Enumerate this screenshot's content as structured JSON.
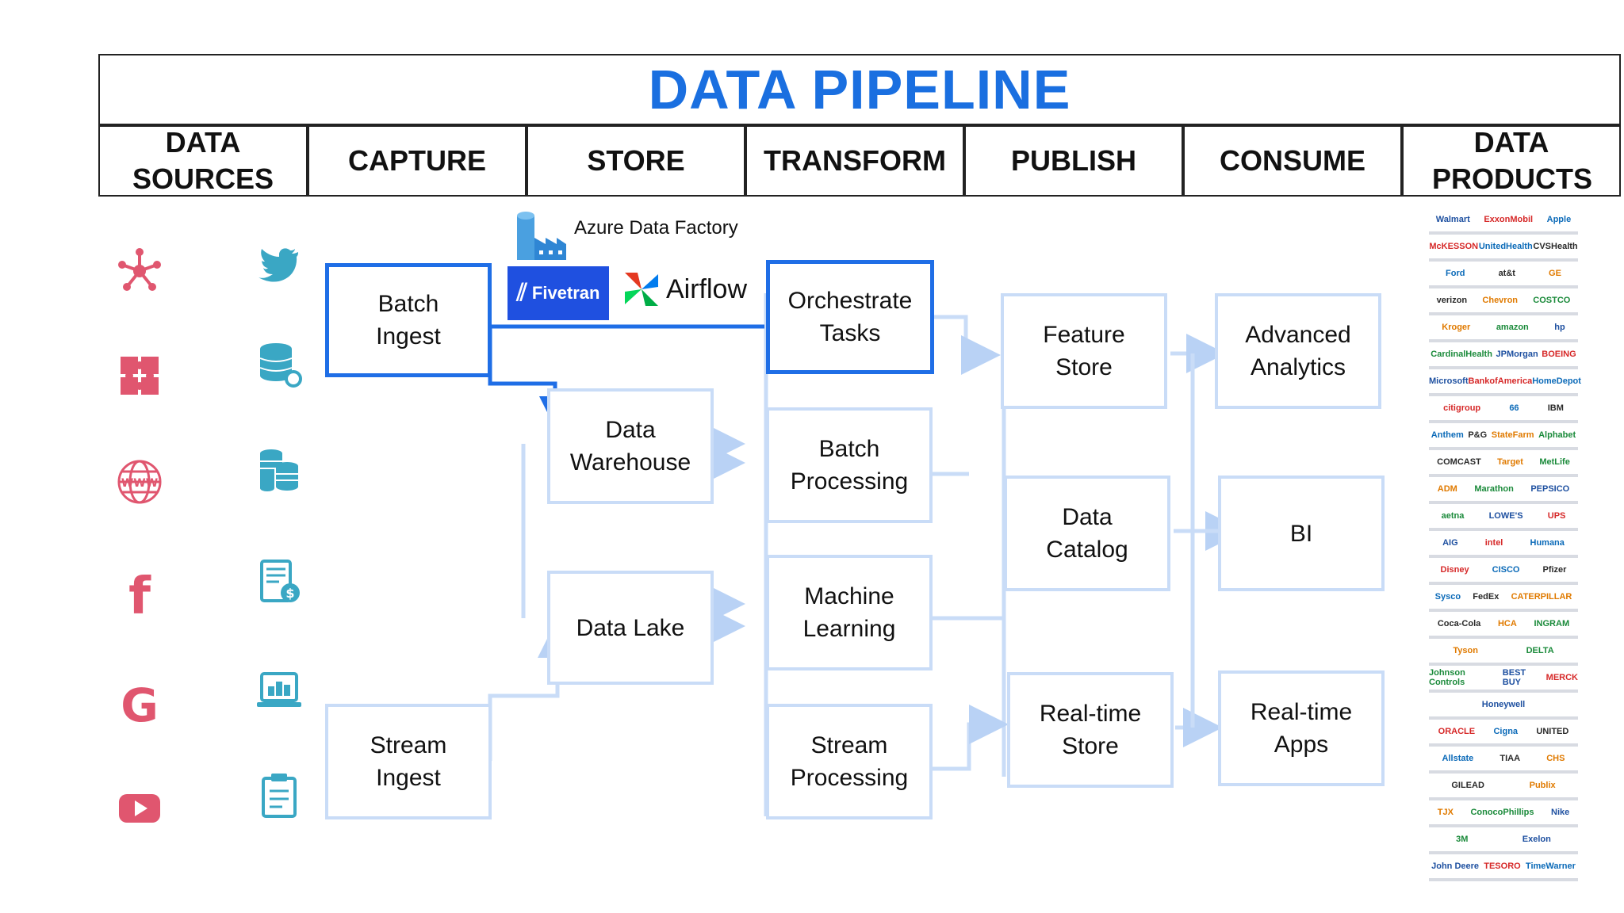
{
  "title": "DATA PIPELINE",
  "columns": [
    {
      "label": "DATA SOURCES"
    },
    {
      "label": "CAPTURE"
    },
    {
      "label": "STORE"
    },
    {
      "label": "TRANSFORM"
    },
    {
      "label": "PUBLISH"
    },
    {
      "label": "CONSUME"
    },
    {
      "label": "DATA PRODUCTS"
    }
  ],
  "nodes": {
    "batch_ingest": "Batch Ingest",
    "stream_ingest": "Stream Ingest",
    "data_warehouse": "Data Warehouse",
    "data_lake": "Data Lake",
    "orchestrate_tasks": "Orchestrate Tasks",
    "batch_processing": "Batch Processing",
    "machine_learning": "Machine Learning",
    "stream_processing": "Stream Processing",
    "feature_store": "Feature Store",
    "data_catalog": "Data Catalog",
    "realtime_store": "Real-time Store",
    "advanced_analytics": "Advanced Analytics",
    "bi": "BI",
    "realtime_apps": "Real-time Apps"
  },
  "tools": {
    "azure": "Azure Data Factory",
    "fivetran": "Fivetran",
    "airflow": "Airflow"
  },
  "source_icons_left": [
    "network-icon",
    "puzzle-icon",
    "globe-icon",
    "facebook-icon",
    "google-icon",
    "youtube-icon"
  ],
  "source_icons_right": [
    "twitter-icon",
    "database-gear-icon",
    "database-stack-icon",
    "invoice-icon",
    "laptop-data-icon",
    "clipboard-icon"
  ],
  "logos": [
    [
      "Walmart",
      "ExxonMobil",
      "Apple"
    ],
    [
      "McKESSON",
      "UnitedHealth",
      "CVSHealth"
    ],
    [
      "Ford",
      "at&t",
      "GE"
    ],
    [
      "verizon",
      "Chevron",
      "COSTCO"
    ],
    [
      "Kroger",
      "amazon",
      "hp"
    ],
    [
      "CardinalHealth",
      "JPMorgan",
      "BOEING"
    ],
    [
      "Microsoft",
      "BankofAmerica",
      "HomeDepot"
    ],
    [
      "citigroup",
      "66",
      "IBM"
    ],
    [
      "Anthem",
      "P&G",
      "StateFarm",
      "Alphabet"
    ],
    [
      "COMCAST",
      "Target",
      "MetLife"
    ],
    [
      "ADM",
      "Marathon",
      "PEPSICO"
    ],
    [
      "aetna",
      "LOWE'S",
      "UPS"
    ],
    [
      "AIG",
      "intel",
      "Humana"
    ],
    [
      "Disney",
      "CISCO",
      "Pfizer"
    ],
    [
      "Sysco",
      "FedEx",
      "CATERPILLAR"
    ],
    [
      "Coca-Cola",
      "HCA",
      "INGRAM"
    ],
    [
      "Tyson",
      "DELTA"
    ],
    [
      "Johnson Controls",
      "BEST BUY",
      "MERCK"
    ],
    [
      "Honeywell"
    ],
    [
      "ORACLE",
      "Cigna",
      "UNITED"
    ],
    [
      "Allstate",
      "TIAA",
      "CHS"
    ],
    [
      "GILEAD",
      "Publix"
    ],
    [
      "TJX",
      "ConocoPhillips",
      "Nike"
    ],
    [
      "3M",
      "Exelon"
    ],
    [
      "John Deere",
      "TESORO",
      "TimeWarner"
    ]
  ],
  "colors": {
    "accent": "#1f6ee6",
    "title": "#1a6fe0",
    "connector": "#c9dcf7",
    "icon": "#e0566f",
    "icon2": "#3aa7c4"
  }
}
